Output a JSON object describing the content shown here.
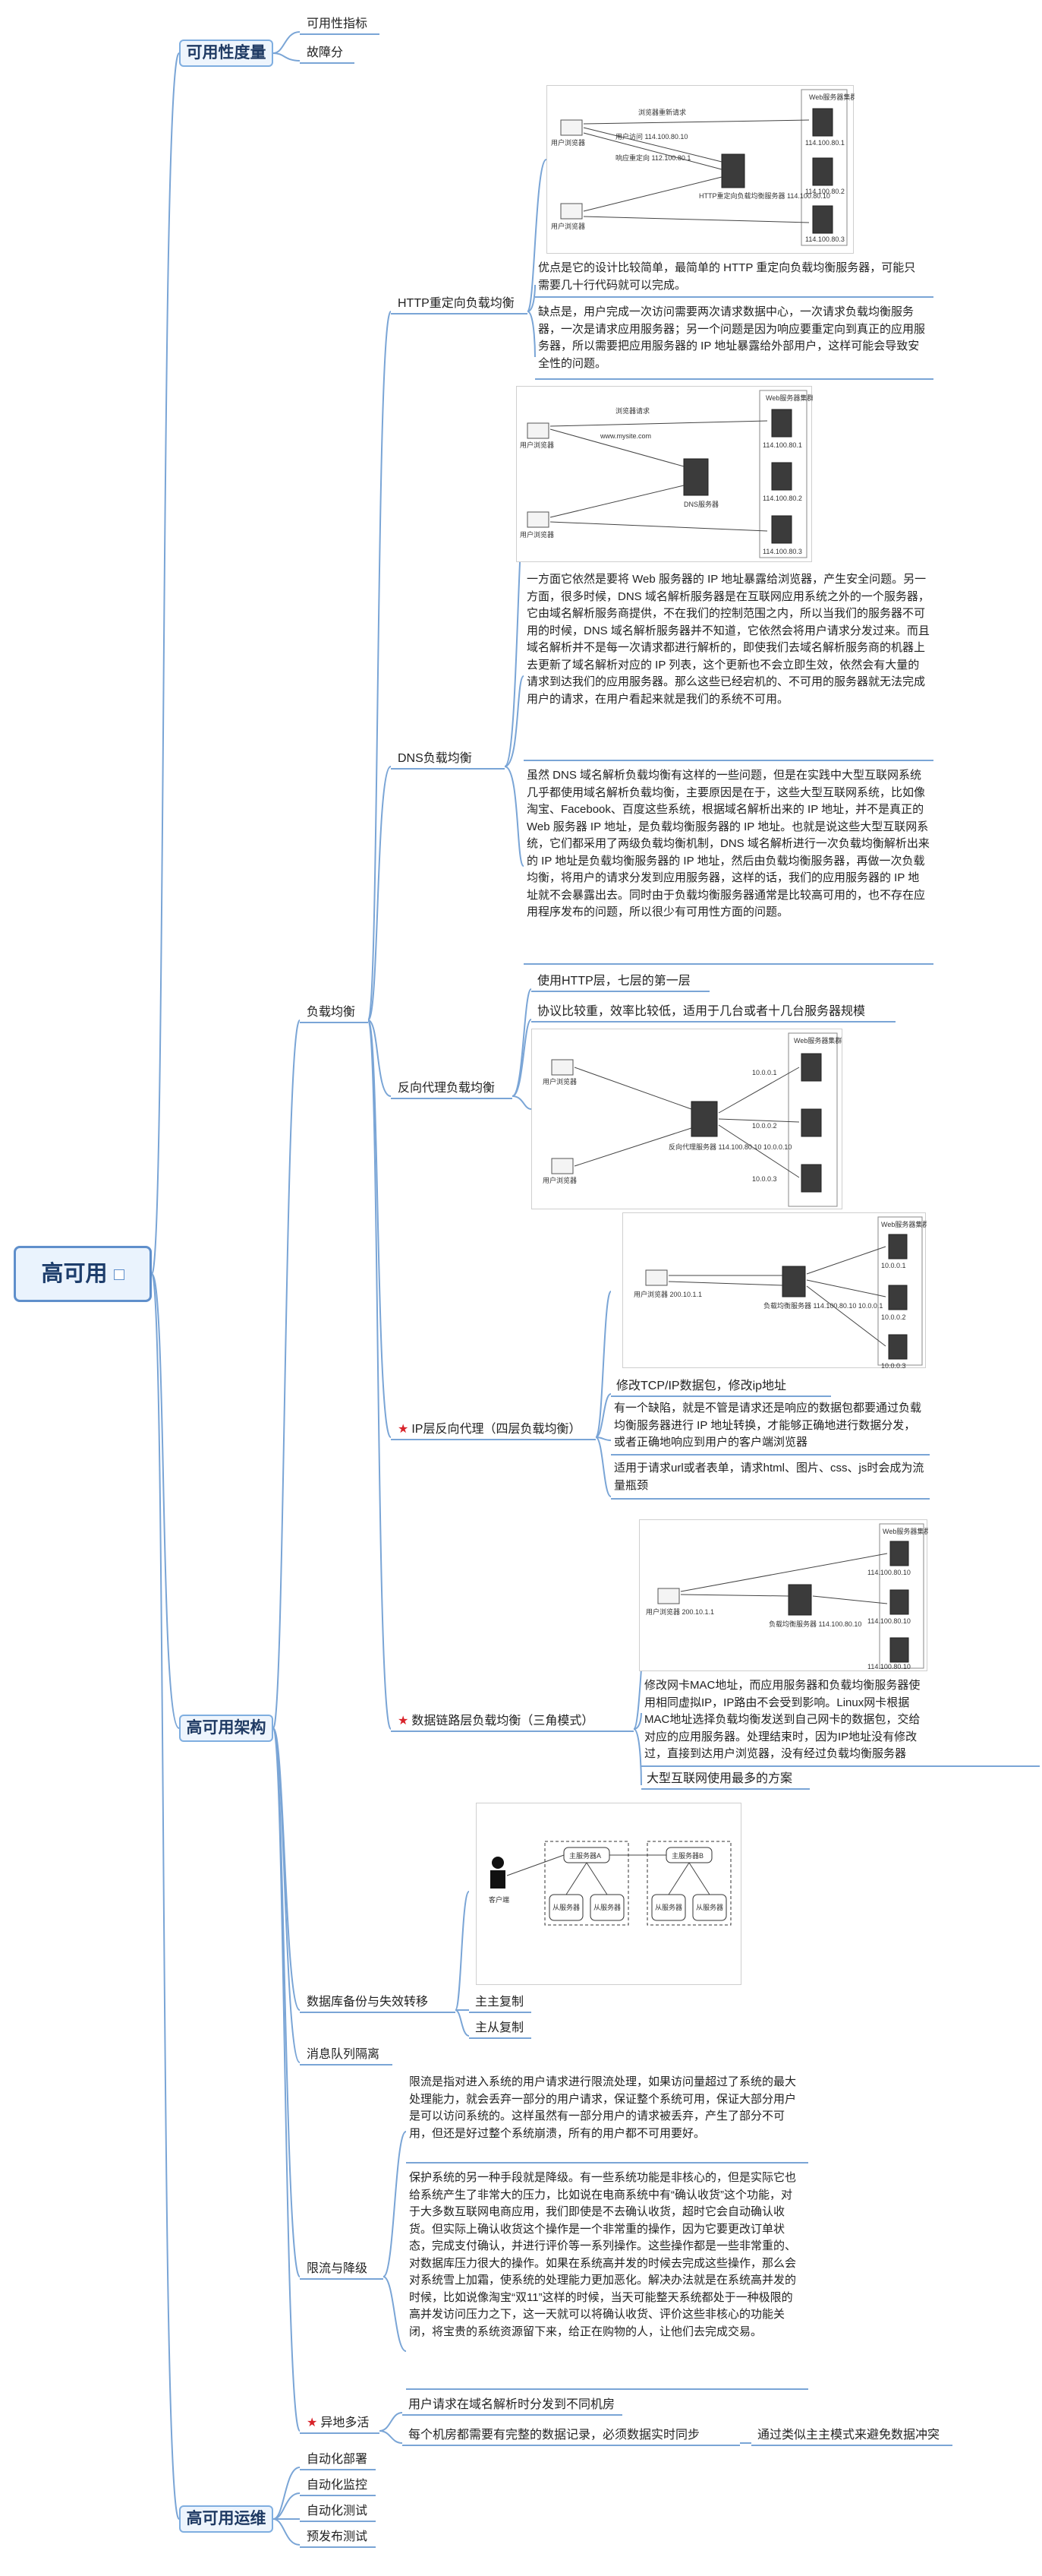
{
  "root": {
    "label": "高可用"
  },
  "branches": [
    {
      "label": "可用性度量"
    },
    {
      "label": "高可用架构"
    },
    {
      "label": "高可用运维"
    }
  ],
  "metrics": {
    "items": [
      "可用性指标",
      "故障分"
    ]
  },
  "lb": {
    "label": "负载均衡",
    "http": {
      "label": "HTTP重定向负载均衡",
      "pros": "优点是它的设计比较简单，最简单的 HTTP 重定向负载均衡服务器，可能只需要几十行代码就可以完成。",
      "cons": "缺点是，用户完成一次访问需要两次请求数据中心，一次请求负载均衡服务器，一次是请求应用服务器；另一个问题是因为响应要重定向到真正的应用服务器，所以需要把应用服务器的 IP 地址暴露给外部用户，这样可能会导致安全性的问题。"
    },
    "dns": {
      "label": "DNS负载均衡",
      "p1": "一方面它依然是要将 Web 服务器的 IP 地址暴露给浏览器，产生安全问题。另一方面，很多时候，DNS 域名解析服务器是在互联网应用系统之外的一个服务器，它由域名解析服务商提供，不在我们的控制范围之内，所以当我们的服务器不可用的时候，DNS 域名解析服务器并不知道，它依然会将用户请求分发过来。而且域名解析并不是每一次请求都进行解析的，即使我们去域名解析服务商的机器上去更新了域名解析对应的 IP 列表，这个更新也不会立即生效，依然会有大量的请求到达我们的应用服务器。那么这些已经宕机的、不可用的服务器就无法完成用户的请求，在用户看起来就是我们的系统不可用。",
      "p2": "虽然 DNS 域名解析负载均衡有这样的一些问题，但是在实践中大型互联网系统几乎都使用域名解析负载均衡，主要原因是在于，这些大型互联网系统，比如像淘宝、Facebook、百度这些系统，根据域名解析出来的 IP 地址，并不是真正的 Web 服务器 IP 地址，是负载均衡服务器的 IP 地址。也就是说这些大型互联网系统，它们都采用了两级负载均衡机制，DNS 域名解析进行一次负载均衡解析出来的 IP 地址是负载均衡服务器的 IP 地址，然后由负载均衡服务器，再做一次负载均衡，将用户的请求分发到应用服务器，这样的话，我们的应用服务器的 IP 地址就不会暴露出去。同时由于负载均衡服务器通常是比较高可用的，也不存在应用程序发布的问题，所以很少有可用性方面的问题。"
    },
    "reverse": {
      "label": "反向代理负载均衡",
      "notes": [
        "使用HTTP层，七层的第一层",
        "协议比较重，效率比较低，适用于几台或者十几台服务器规模"
      ]
    },
    "ip": {
      "label": "IP层反向代理（四层负载均衡）",
      "notes": [
        "修改TCP/IP数据包，修改ip地址",
        "有一个缺陷，就是不管是请求还是响应的数据包都要通过负载均衡服务器进行 IP 地址转换，才能够正确地进行数据分发，或者正确地响应到用户的客户端浏览器",
        "适用于请求url或者表单，请求html、图片、css、js时会成为流量瓶颈"
      ]
    },
    "dl": {
      "label": "数据链路层负载均衡（三角模式）",
      "notes": [
        "修改网卡MAC地址，而应用服务器和负载均衡服务器使用相同虚拟IP，IP路由不会受到影响。Linux网卡根据MAC地址选择负载均衡发送到自己网卡的数据包，交给对应的应用服务器。处理结束时，因为IP地址没有修改过，直接到达用户浏览器，没有经过负载均衡服务器",
        "大型互联网使用最多的方案"
      ]
    }
  },
  "db": {
    "label": "数据库备份与失效转移",
    "children": [
      "主主复制",
      "主从复制"
    ]
  },
  "mq": {
    "label": "消息队列隔离"
  },
  "limit": {
    "label": "限流与降级",
    "p1": "限流是指对进入系统的用户请求进行限流处理，如果访问量超过了系统的最大处理能力，就会丢弃一部分的用户请求，保证整个系统可用，保证大部分用户是可以访问系统的。这样虽然有一部分用户的请求被丢弃，产生了部分不可用，但还是好过整个系统崩溃，所有的用户都不可用要好。",
    "p2": "保护系统的另一种手段就是降级。有一些系统功能是非核心的，但是实际它也给系统产生了非常大的压力，比如说在电商系统中有“确认收货”这个功能，对于大多数互联网电商应用，我们即使是不去确认收货，超时它会自动确认收货。但实际上确认收货这个操作是一个非常重的操作，因为它要更改订单状态，完成支付确认，并进行评价等一系列操作。这些操作都是一些非常重的、对数据库压力很大的操作。如果在系统高并发的时候去完成这些操作，那么会对系统雪上加霜，使系统的处理能力更加恶化。解决办法就是在系统高并发的时候，比如说像淘宝“双11”这样的时候，当天可能整天系统都处于一种极限的高并发访问压力之下，这一天就可以将确认收货、评价这些非核心的功能关闭，将宝贵的系统资源留下来，给正在购物的人，让他们去完成交易。"
  },
  "multi": {
    "label": "异地多活",
    "n1": "用户请求在域名解析时分发到不同机房",
    "n2": "每个机房都需要有完整的数据记录，必须数据实时同步",
    "n3": "通过类似主主模式来避免数据冲突"
  },
  "ops": {
    "items": [
      "自动化部署",
      "自动化监控",
      "自动化测试",
      "预发布测试"
    ]
  },
  "diagrams": {
    "http": {
      "browser": "用户浏览器",
      "cluster": "Web服务器集群",
      "server": "HTTP重定向负载均衡服务器 114.100.80.10",
      "req": "浏览器重新请求",
      "ips": [
        "114.100.80.1",
        "114.100.80.2",
        "114.100.80.3"
      ],
      "visit": "用户访问 114.100.80.10",
      "redirect": "响应重定向 112.100.80.1"
    },
    "dns": {
      "browser": "用户浏览器",
      "cluster": "Web服务器集群",
      "server": "DNS服务器",
      "ips": [
        "114.100.80.1",
        "114.100.80.2",
        "114.100.80.3"
      ],
      "domain": "www.mysite.com",
      "req": "浏览器请求"
    },
    "rp": {
      "browser": "用户浏览器",
      "cluster": "Web服务器集群",
      "server": "反向代理服务器 114.100.80.10 10.0.0.10",
      "ips": [
        "10.0.0.1",
        "10.0.0.2",
        "10.0.0.3"
      ]
    },
    "ip": {
      "browser": "用户浏览器 200.10.1.1",
      "cluster": "Web服务器集群",
      "server": "负载均衡服务器 114.100.80.10 10.0.0.1",
      "ips": [
        "10.0.0.1",
        "10.0.0.2",
        "10.0.0.3"
      ]
    },
    "dl": {
      "browser": "用户浏览器 200.10.1.1",
      "cluster": "Web服务器集群",
      "server": "负载均衡服务器 114.100.80.10",
      "ips": [
        "114.100.80.10",
        "114.100.80.10",
        "114.100.80.10"
      ]
    },
    "dbd": {
      "client": "客户端",
      "a": "主服务器A",
      "b": "主服务器B",
      "s": "从服务器"
    }
  }
}
